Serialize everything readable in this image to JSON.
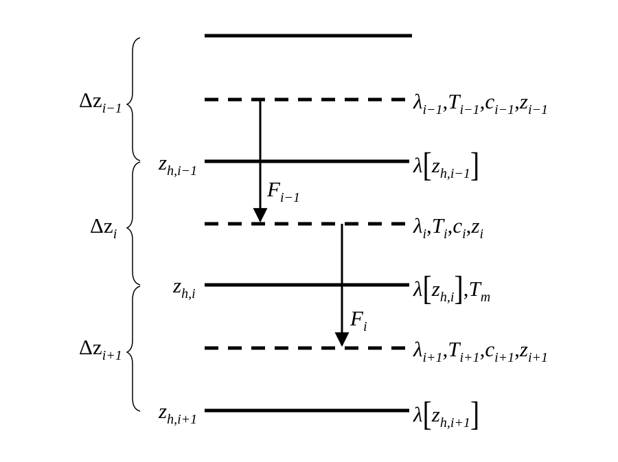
{
  "delta_labels": [
    {
      "base": "Δz",
      "sub": "i−1"
    },
    {
      "base": "Δz",
      "sub": "i"
    },
    {
      "base": "Δz",
      "sub": "i+1"
    }
  ],
  "interface_labels": [
    {
      "base": "z",
      "sub": "h,i−1"
    },
    {
      "base": "z",
      "sub": "h,i"
    },
    {
      "base": "z",
      "sub": "h,i+1"
    }
  ],
  "flux_labels": [
    {
      "base": "F",
      "sub": "i−1"
    },
    {
      "base": "F",
      "sub": "i"
    }
  ],
  "node_labels": [
    {
      "l": "λ",
      "ls": "i−1",
      "t": "T",
      "ts": "i−1",
      "c": "c",
      "cs": "i−1",
      "z": "z",
      "zs": "i−1"
    },
    {
      "l": "λ",
      "ls": "i",
      "t": "T",
      "ts": "i",
      "c": "c",
      "cs": "i",
      "z": "z",
      "zs": "i"
    },
    {
      "l": "λ",
      "ls": "i+1",
      "t": "T",
      "ts": "i+1",
      "c": "c",
      "cs": "i+1",
      "z": "z",
      "zs": "i+1"
    }
  ],
  "interface_conductivity": [
    {
      "l": "λ",
      "z": "z",
      "zs": "h,i−1",
      "extra": "",
      "extra_sub": ""
    },
    {
      "l": "λ",
      "z": "z",
      "zs": "h,i",
      "extra": "T",
      "extra_sub": "m"
    },
    {
      "l": "λ",
      "z": "z",
      "zs": "h,i+1",
      "extra": "",
      "extra_sub": ""
    }
  ]
}
